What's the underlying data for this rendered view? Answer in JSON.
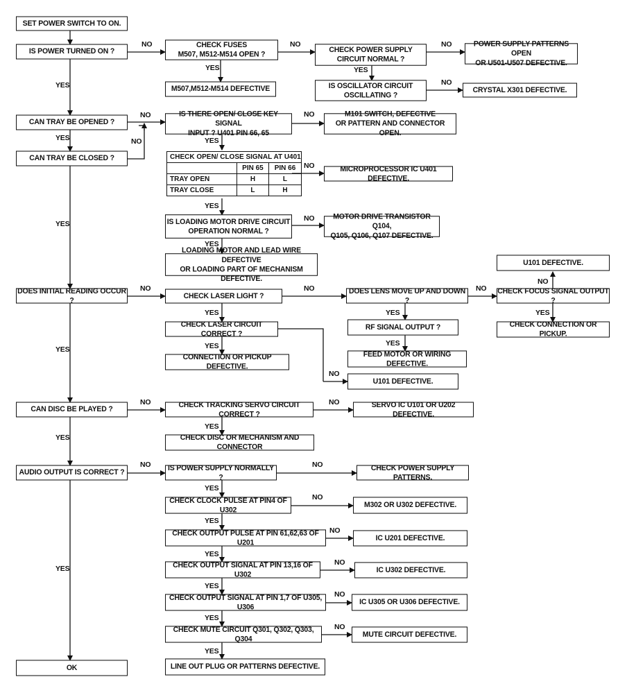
{
  "boxes": {
    "b1": "SET POWER SWITCH TO ON.",
    "b2": "IS POWER TURNED ON ?",
    "b3": "CHECK FUSES\nM507, M512-M514 OPEN ?",
    "b4": "M507,M512-M514 DEFECTIVE",
    "b5": "CHECK POWER SUPPLY\nCIRCUIT NORMAL ?",
    "b6": "POWER SUPPLY PATTERNS OPEN\nOR U501-U507 DEFECTIVE.",
    "b7": "IS OSCILLATOR CIRCUIT\nOSCILLATING ?",
    "b8": "CRYSTAL X301 DEFECTIVE.",
    "b9": "CAN TRAY BE OPENED ?",
    "b10": "CAN TRAY BE CLOSED ?",
    "b11": "IS THERE OPEN/ CLOSE KEY SIGNAL\nINPUT ? U401 PIN 66, 65",
    "b12": "M101 SWITCH, DEFECTIVE\nOR PATTERN AND CONNECTOR OPEN.",
    "b13": "MICROPROCESSOR IC U401 DEFECTIVE.",
    "b14": "IS LOADING MOTOR DRIVE CIRCUIT\nOPERATION NORMAL ?",
    "b15": "MOTOR DRIVE TRANSISTOR Q104,\nQ105, Q106, Q107 DEFECTIVE.",
    "b16": "LOADING MOTOR AND LEAD WIRE DEFECTIVE\nOR LOADING PART OF MECHANISM DEFECTIVE.",
    "b17": "U101 DEFECTIVE.",
    "b18": "DOES INITIAL READING OCCUR ?",
    "b19": "CHECK LASER LIGHT ?",
    "b20": "DOES LENS MOVE UP AND DOWN ?",
    "b21": "CHECK FOCUS SIGNAL OUTPUT ?",
    "b22": "CHECK LASER CIRCUIT CORRECT ?",
    "b23": "RF SIGNAL OUTPUT ?",
    "b24": "CHECK CONNECTION OR PICKUP.",
    "b25": "CONNECTION OR PICKUP DEFECTIVE.",
    "b26": "FEED MOTOR OR WIRING DEFECTIVE.",
    "b27": "U101 DEFECTIVE.",
    "b28": "CAN DISC BE PLAYED ?",
    "b29": "CHECK TRACKING SERVO CIRCUIT CORRECT ?",
    "b30": "SERVO IC U101 OR U202 DEFECTIVE.",
    "b31": "CHECK DISC OR MECHANISM AND CONNECTOR",
    "b32": "AUDIO OUTPUT IS CORRECT ?",
    "b33": "IS POWER SUPPLY NORMALLY ?",
    "b34": "CHECK POWER SUPPLY PATTERNS.",
    "b35": "CHECK CLOCK PULSE AT PIN4 OF U302",
    "b36": "M302 OR U302 DEFECTIVE.",
    "b37": "CHECK OUTPUT PULSE AT PIN 61,62,63 OF U201",
    "b38": "IC U201 DEFECTIVE.",
    "b39": "CHECK OUTPUT SIGNAL AT PIN 13,16 OF U302",
    "b40": "IC U302 DEFECTIVE.",
    "b41": "CHECK OUTPUT SIGNAL AT PIN 1,7 OF U305, U306",
    "b42": "IC U305 OR U306 DEFECTIVE.",
    "b43": "CHECK MUTE CIRCUIT Q301, Q302, Q303, Q304",
    "b44": "MUTE CIRCUIT DEFECTIVE.",
    "b45": "OK",
    "b46": "LINE OUT PLUG OR PATTERNS DEFECTIVE."
  },
  "table": {
    "title": "CHECK OPEN/ CLOSE SIGNAL AT U401",
    "col1": "PIN 65",
    "col2": "PIN 66",
    "rows": [
      {
        "label": "TRAY OPEN",
        "pin65": "H",
        "pin66": "L"
      },
      {
        "label": "TRAY CLOSE",
        "pin65": "L",
        "pin66": "H"
      }
    ]
  },
  "labels": {
    "yes": "YES",
    "no": "NO"
  }
}
